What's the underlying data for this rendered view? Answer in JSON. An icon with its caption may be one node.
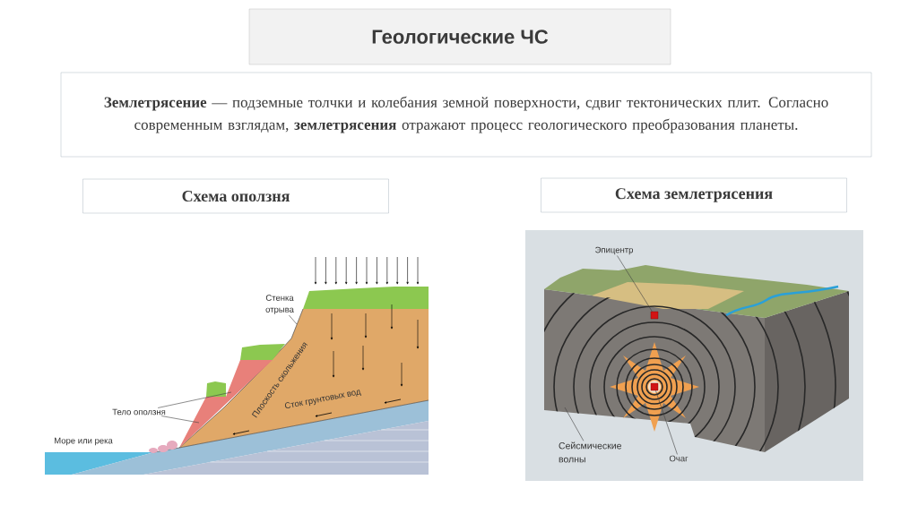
{
  "diagram": {
    "nodes": [
      {
        "text": [
          "Геологические ЧС"
        ]
      },
      {
        "text": [
          "**Землетрясение** — подземные толчки и колебания земной поверхности, сдвиг тектонических плит. Согласно современным взглядам, **землетрясения** отражают процесс геологического преобразования планеты."
        ]
      },
      {
        "text": [
          "Схема оползня"
        ]
      },
      {
        "text": [
          "Схема землетрясения"
        ]
      },
      {
        "text": [
          "Стенка отрыва"
        ]
      },
      {
        "text": [
          "Тело оползня"
        ]
      },
      {
        "text": [
          "Эпицентр"
        ]
      },
      {
        "text": [],
        "shape": "box"
      },
      {
        "text": [
          "Сейсмические волны"
        ]
      },
      {
        "text": [
          "Очаг"
        ]
      },
      {
        "text": [],
        "shape": "box"
      },
      {
        "text": [],
        "shape": "picture"
      },
      {
        "text": [],
        "shape": "picture"
      }
    ],
    "edges": [
      {
        "from": 4,
        "to": 12,
        "arrow": "none"
      },
      {
        "from": 5,
        "to": 11,
        "arrow": "none"
      },
      {
        "from": 5,
        "to": 11,
        "arrow": "none"
      },
      {
        "from": 6,
        "to": 7,
        "arrow": "none"
      },
      {
        "from": 8,
        "to": null,
        "arrow": "none"
      },
      {
        "from": 9,
        "to": 10,
        "arrow": "none"
      }
    ],
    "labels": [
      "Плоскость скольжения",
      "Сток грунтовых вод",
      "Море или река"
    ]
  }
}
